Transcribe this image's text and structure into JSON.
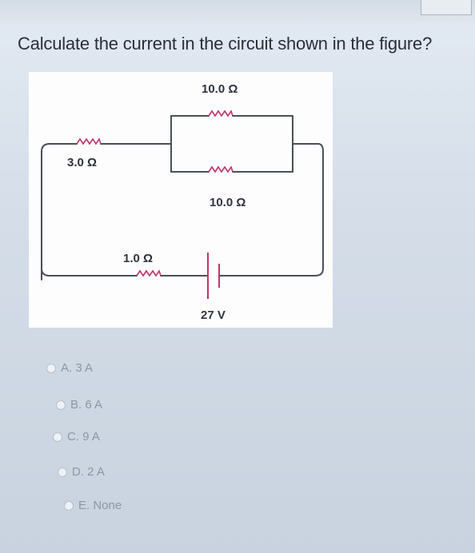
{
  "question": "Calculate the current in the circuit shown in the figure?",
  "circuit": {
    "r_top": "10.0 Ω",
    "r_mid": "10.0 Ω",
    "r_left": "3.0 Ω",
    "r_bottom": "1.0 Ω",
    "battery": "27 V"
  },
  "options": [
    {
      "label": "A. 3 A"
    },
    {
      "label": "B. 6 A"
    },
    {
      "label": "C. 9 A"
    },
    {
      "label": "D. 2 A"
    },
    {
      "label": "E. None"
    }
  ]
}
